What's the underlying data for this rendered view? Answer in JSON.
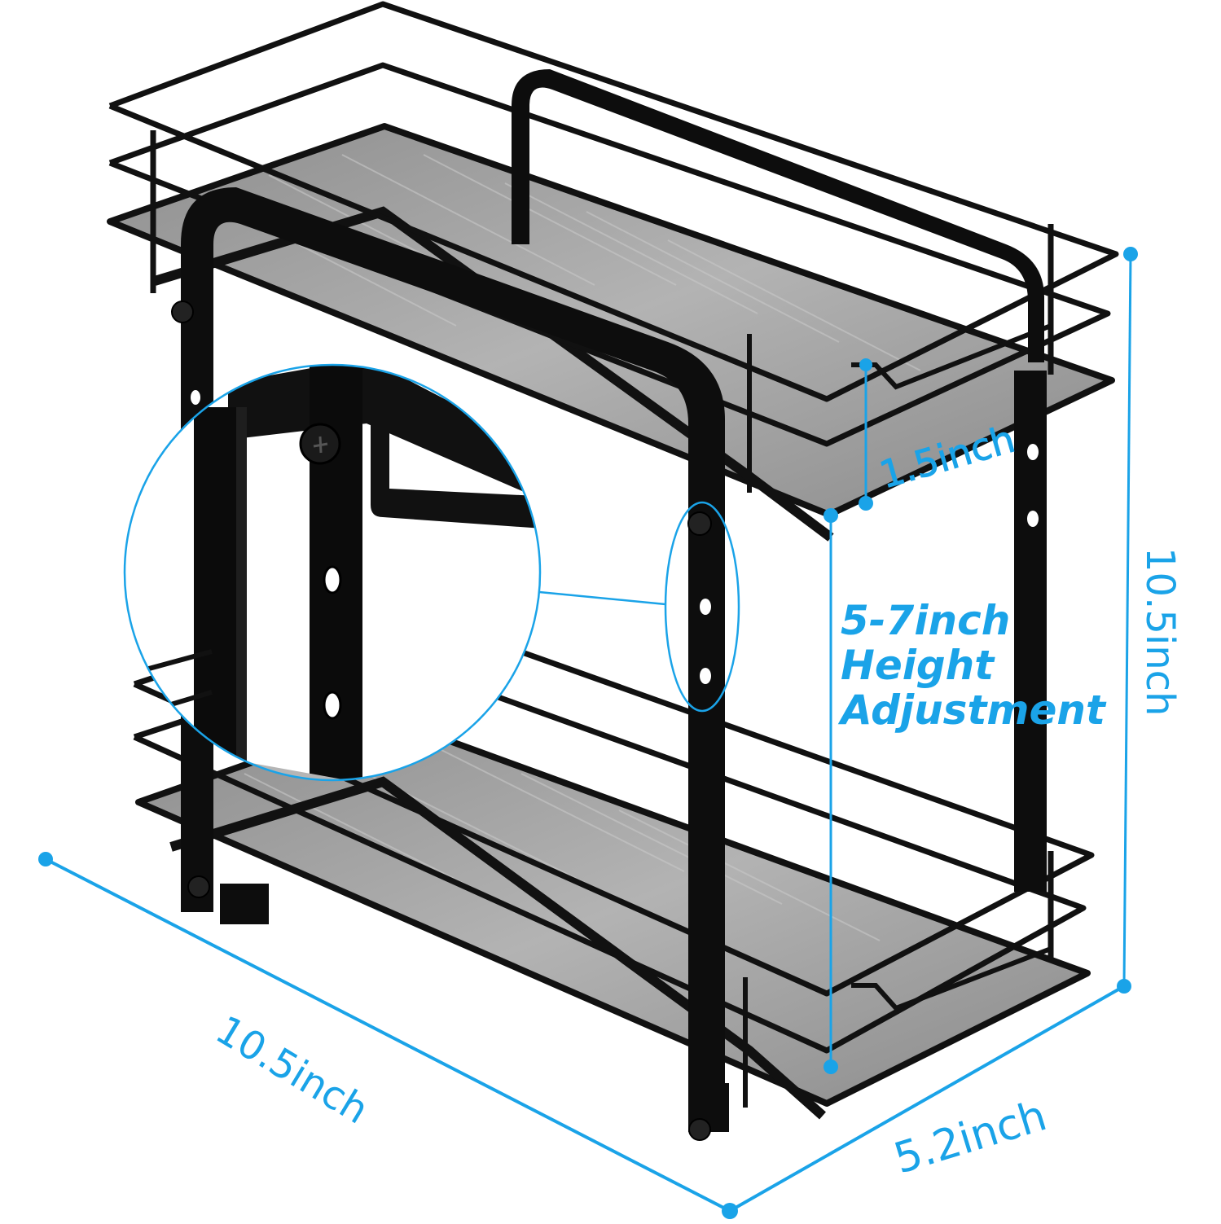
{
  "diagram": {
    "subject": "Two-tier pull-out cabinet organizer rack (black wire frame, grey shelf liners)",
    "accent_color": "#1aa3e8",
    "frame_color": "#0d0d0d",
    "shelf_color": "#9a9a9a"
  },
  "dimensions": {
    "rail_height": {
      "label": "1.5inch",
      "orientation": "vertical"
    },
    "height_adjustment": {
      "line1": "5-7inch",
      "line2": "Height",
      "line3": "Adjustment"
    },
    "total_height": {
      "label": "10.5inch",
      "orientation": "vertical-right"
    },
    "length": {
      "label": "10.5inch",
      "orientation": "diagonal-left"
    },
    "width": {
      "label": "5.2inch",
      "orientation": "diagonal-right"
    }
  },
  "callout": {
    "name": "Detail of adjustable side post with screw and holes",
    "shape": "circle"
  }
}
